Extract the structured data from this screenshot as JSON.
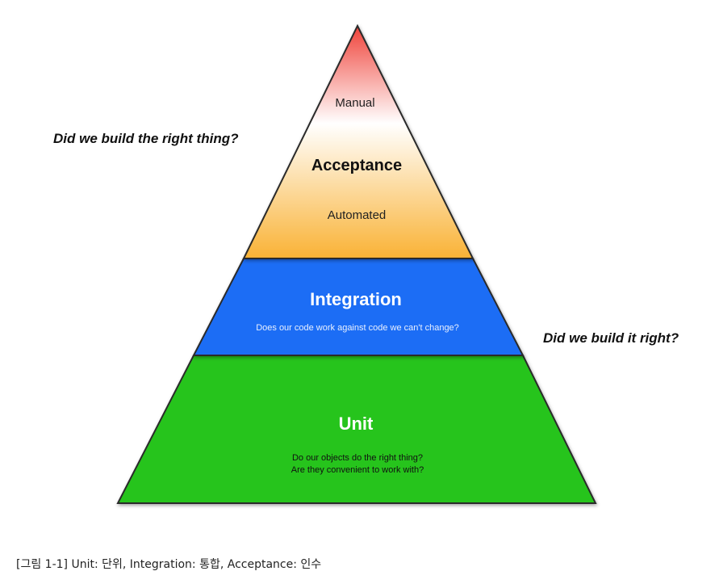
{
  "diagram": {
    "acceptance": {
      "title": "Acceptance",
      "manual_label": "Manual",
      "automated_label": "Automated"
    },
    "integration": {
      "title": "Integration",
      "description": "Does our code work against code we can't change?"
    },
    "unit": {
      "title": "Unit",
      "description_line1": "Do our objects do the right thing?",
      "description_line2": "Are they convenient to work with?"
    },
    "question_top": "Did we build the right thing?",
    "question_bottom": "Did we build it right?"
  },
  "caption": "[그림 1-1] Unit: 단위, Integration: 통합, Acceptance: 인수",
  "colors": {
    "acceptance_top": "#f0433a",
    "acceptance_mid": "#ffffff",
    "acceptance_bottom": "#f9b235",
    "integration": "#1a6df5",
    "unit": "#27c41d",
    "divider_dash": "#9a73e8",
    "outline": "#2b2b2b"
  }
}
